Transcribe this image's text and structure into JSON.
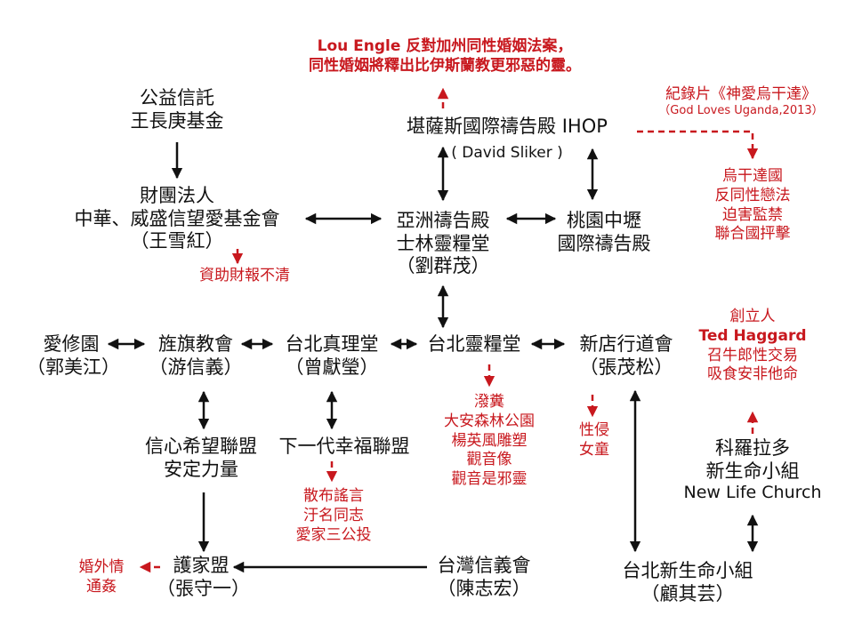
{
  "nodes": {
    "lou_engle": {
      "lines": [
        "Lou Engle 反對加州同性婚姻法案，",
        "同性婚姻將釋出比伊斯蘭教更邪惡的靈。"
      ]
    },
    "ihop": {
      "name": "堪薩斯國際禱告殿 IHOP",
      "person": "( David Sliker )"
    },
    "film": {
      "title": "紀錄片《神愛烏干達》",
      "subtitle": "（God Loves Uganda,2013）"
    },
    "uganda": {
      "lines": [
        "烏干達國",
        "反同性戀法",
        "迫害監禁",
        "聯合國抨擊"
      ]
    },
    "trust": {
      "lines": [
        "公益信託",
        "王長庚基金"
      ]
    },
    "foundation": {
      "lines": [
        "財團法人",
        "中華、威盛信望愛基金會",
        "（王雪紅）"
      ]
    },
    "funding_note": {
      "text": "資助財報不清"
    },
    "asia_prayer": {
      "lines": [
        "亞洲禱告殿",
        "士林靈糧堂",
        "（劉群茂）"
      ]
    },
    "taoyuan": {
      "lines": [
        "桃園中壢",
        "國際禱告殿"
      ]
    },
    "aixiu": {
      "lines": [
        "愛修園",
        "（郭美江）"
      ]
    },
    "banner": {
      "lines": [
        "旌旗教會",
        "（游信義）"
      ]
    },
    "truth": {
      "lines": [
        "台北真理堂",
        "（曾獻瑩）"
      ]
    },
    "bread_of_life": {
      "text": "台北靈糧堂"
    },
    "xindian": {
      "lines": [
        "新店行道會",
        "（張茂松）"
      ]
    },
    "haggard": {
      "lines": [
        "創立人",
        "Ted Haggard",
        "召牛郎性交易",
        "吸食安非他命"
      ]
    },
    "faith_hope": {
      "lines": [
        "信心希望聯盟",
        "安定力量"
      ]
    },
    "next_gen": {
      "text": "下一代幸福聯盟"
    },
    "rumor_note": {
      "lines": [
        "散布謠言",
        "汙名同志",
        "愛家三公投"
      ]
    },
    "statue_note": {
      "lines": [
        "潑糞",
        "大安森林公園",
        "楊英風雕塑",
        "觀音像",
        "觀音是邪靈"
      ]
    },
    "abuse_note": {
      "lines": [
        "性侵",
        "女童"
      ]
    },
    "colorado": {
      "lines": [
        "科羅拉多",
        "新生命小組",
        "New Life Church"
      ]
    },
    "affair_note": {
      "lines": [
        "婚外情",
        "通姦"
      ]
    },
    "family_alliance": {
      "lines": [
        "護家盟",
        "（張守一）"
      ]
    },
    "xinyi": {
      "lines": [
        "台灣信義會",
        "（陳志宏）"
      ]
    },
    "taipei_newlife": {
      "lines": [
        "台北新生命小組",
        "（顧其芸）"
      ]
    }
  },
  "colors": {
    "text": "#111111",
    "accent_red": "#c8181e",
    "background": "#ffffff"
  }
}
